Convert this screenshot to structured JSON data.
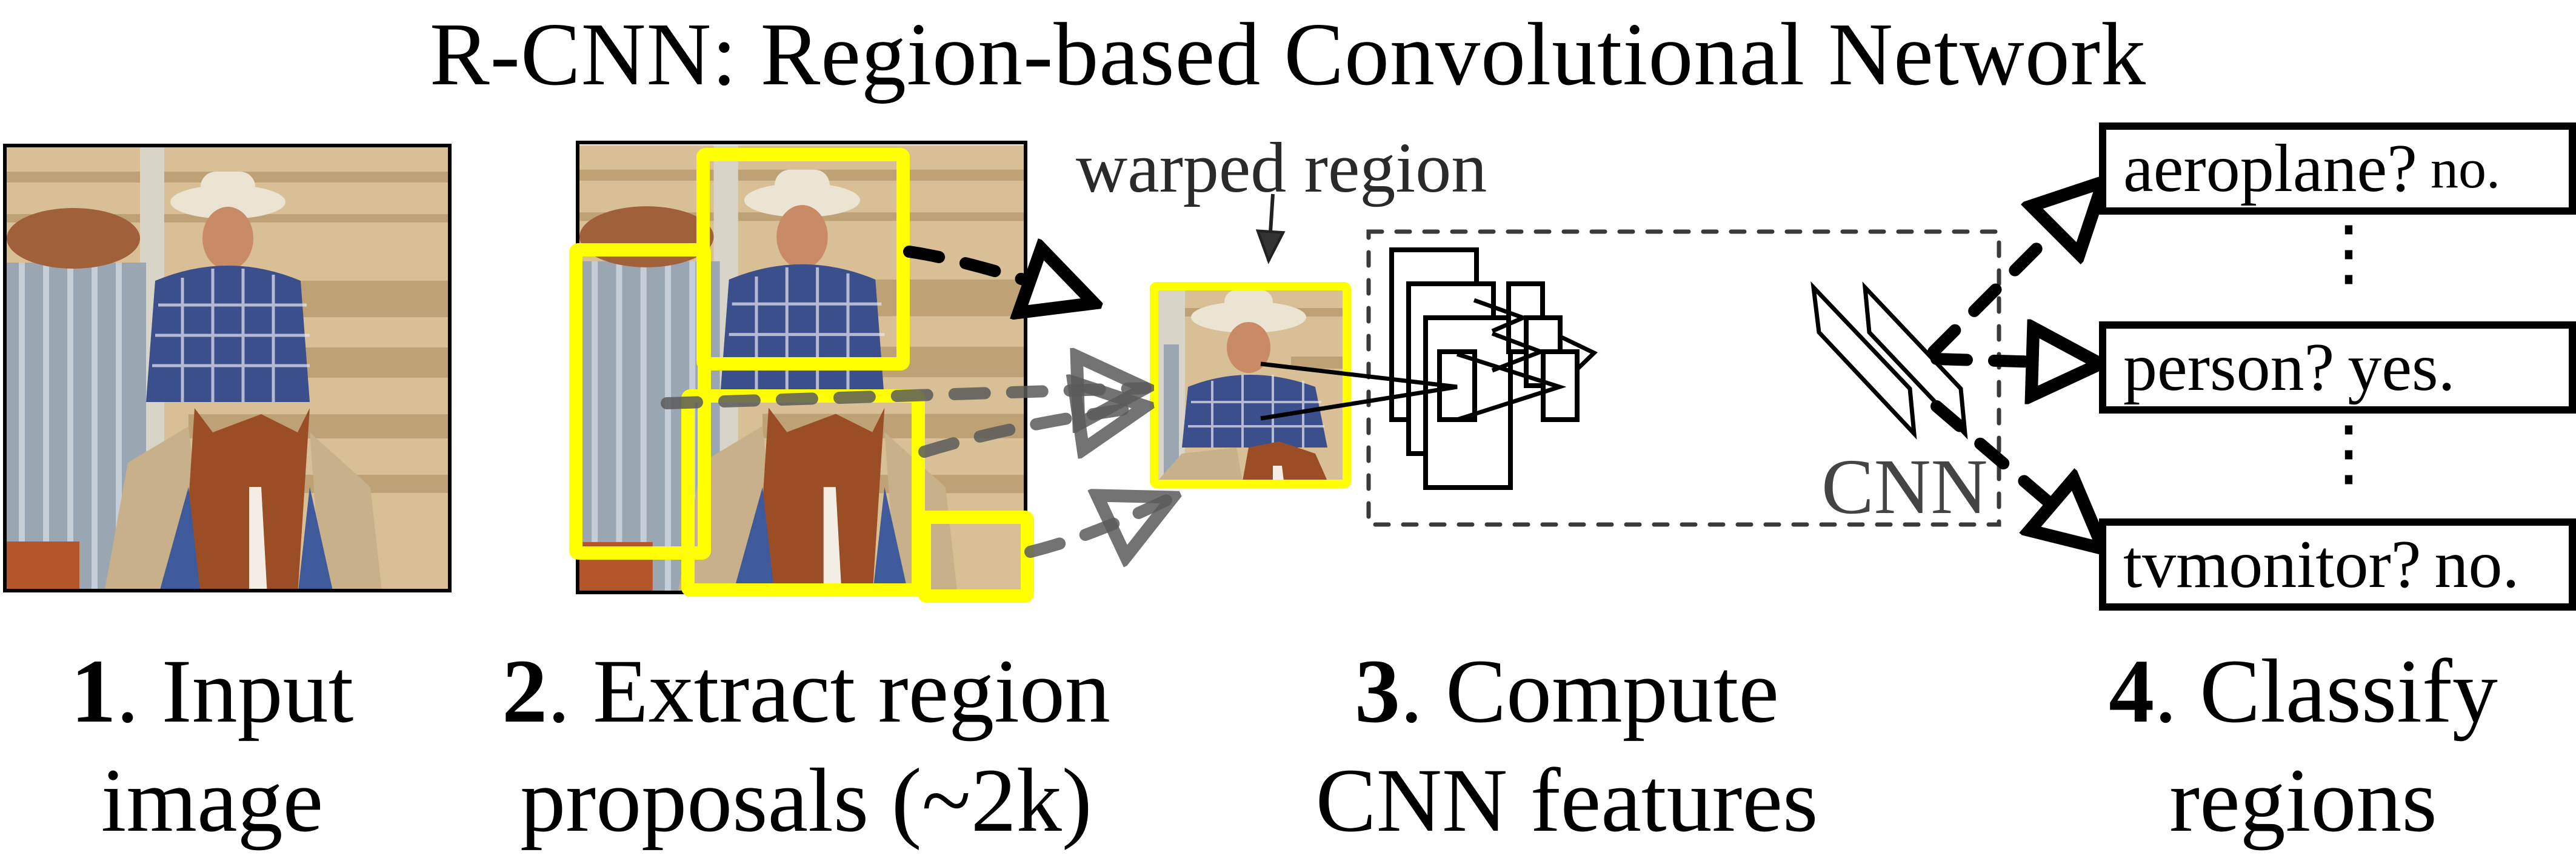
{
  "title": "R-CNN: Region-based Convolutional Network",
  "annotations": {
    "warped_region": "warped region",
    "cnn": "CNN"
  },
  "steps": [
    {
      "number": "1",
      "line1": ". Input",
      "line2": "image"
    },
    {
      "number": "2",
      "line1": ". Extract region",
      "line2": "proposals (~2k)"
    },
    {
      "number": "3",
      "line1": ". Compute",
      "line2": "CNN features"
    },
    {
      "number": "4",
      "line1": ". Classify",
      "line2": "regions"
    }
  ],
  "classifications": [
    {
      "label": "aeroplane?",
      "answer": "no."
    },
    {
      "label": "person?",
      "answer": "yes."
    },
    {
      "label": "tvmonitor?",
      "answer": "no."
    }
  ],
  "ellipsis": "⋮",
  "colors": {
    "proposal_box": "#ffff00",
    "primary_arrow": "#000000",
    "secondary_arrow": "#5a5a5a",
    "cnn_dashed_box": "#3a3a3a"
  }
}
